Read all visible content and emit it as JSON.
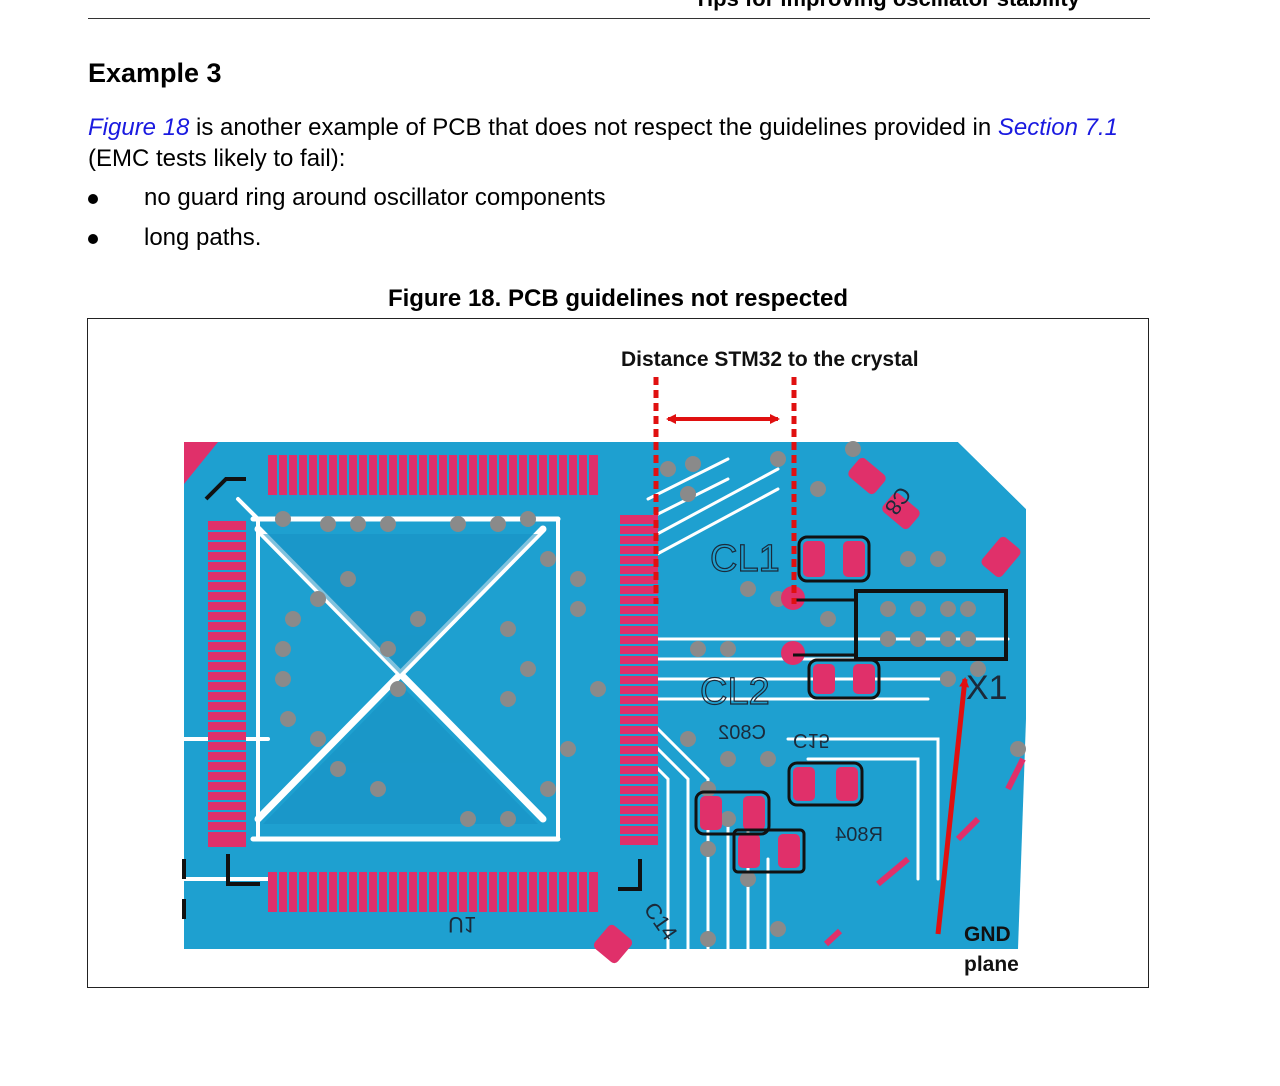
{
  "page": {
    "header_left": "...",
    "header_right": "Tips for improving oscillator stability"
  },
  "section": {
    "heading": "Example 3",
    "para_link1": "Figure 18",
    "para_text1": " is another example of PCB that does not respect the guidelines provided in ",
    "para_link2": "Section 7.1",
    "para_text2": " (EMC tests likely to fail):",
    "bullets": [
      "no guard ring around oscillator components",
      "long paths."
    ]
  },
  "figure": {
    "caption": "Figure 18. PCB guidelines not respected",
    "annotation_distance": "Distance STM32 to the crystal",
    "annotation_gnd_line1": "GND",
    "annotation_gnd_line2": "plane",
    "labels": {
      "cl1": "CL1",
      "cl2": "CL2",
      "x1": "X1",
      "c8": "C8",
      "c802": "C802",
      "c15": "C15",
      "r804": "R804",
      "c14": "C14",
      "u1": "U1"
    },
    "colors": {
      "board": "#1ea0d0",
      "trace": "#ffffff",
      "pad": "#e0306a",
      "via": "#8a8a8a",
      "annotation": "#e01010"
    }
  }
}
